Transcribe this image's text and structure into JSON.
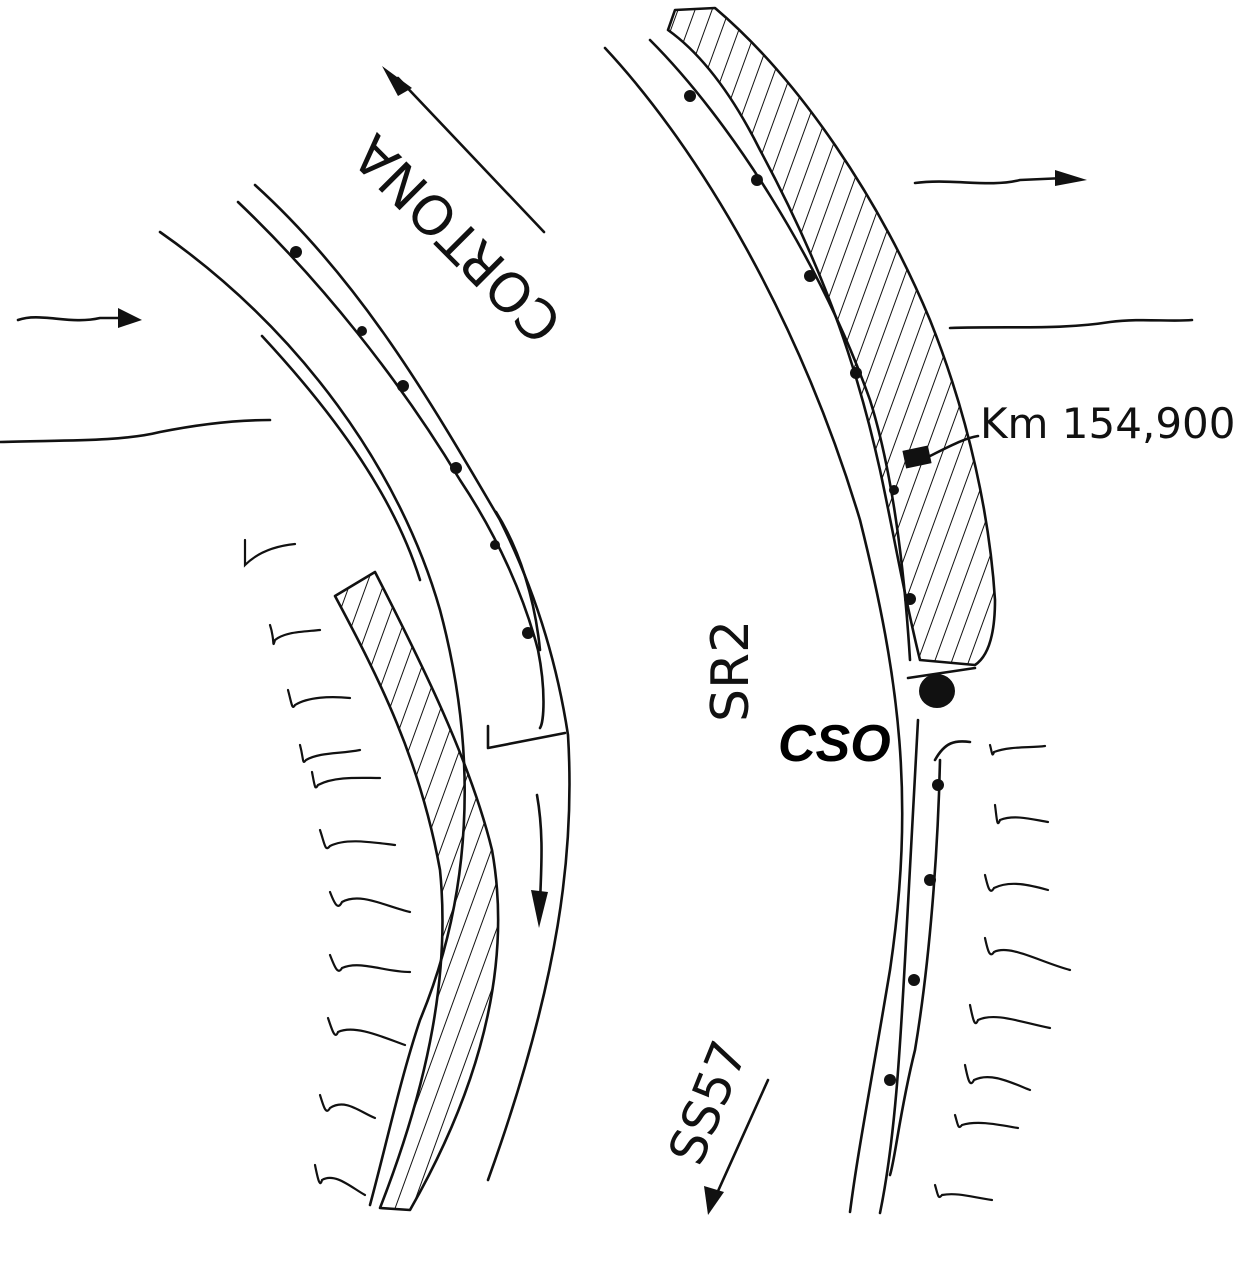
{
  "labels": {
    "road_a": "CORTONA",
    "road_b": "SR2",
    "road_c": "SS57",
    "kilometer": "Km 154,900",
    "point": "CSO"
  },
  "colors": {
    "ink": "#111111",
    "background": "#ffffff"
  }
}
